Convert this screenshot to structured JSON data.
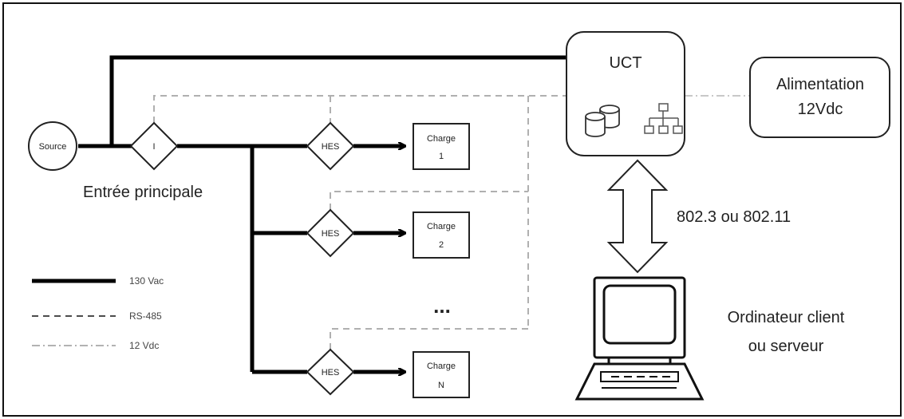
{
  "source": {
    "label": "Source"
  },
  "main_entry": {
    "node_label": "I",
    "caption": "Entrée principale"
  },
  "ucu": {
    "label": "UCT"
  },
  "power_supply": {
    "line1": "Alimentation",
    "line2": "12Vdc"
  },
  "hes_nodes": [
    {
      "label": "HES"
    },
    {
      "label": "HES"
    },
    {
      "label": "HES"
    }
  ],
  "loads": [
    {
      "line1": "Charge",
      "line2": "1"
    },
    {
      "line1": "Charge",
      "line2": "2"
    },
    {
      "line1": "Charge",
      "line2": "N"
    }
  ],
  "ellipsis": "...",
  "network_link": {
    "label": "802.3 ou 802.11"
  },
  "client": {
    "line1": "Ordinateur client",
    "line2": "ou serveur"
  },
  "legend": [
    {
      "style": "solid-thick",
      "label": "130 Vac"
    },
    {
      "style": "dashed",
      "label": "RS-485"
    },
    {
      "style": "dash-dot",
      "label": "12 Vdc"
    }
  ],
  "colors": {
    "power_line": "#000000",
    "rs485_line": "#b0b0b0",
    "supply_line": "#c8c8c8",
    "stroke": "#222222"
  }
}
